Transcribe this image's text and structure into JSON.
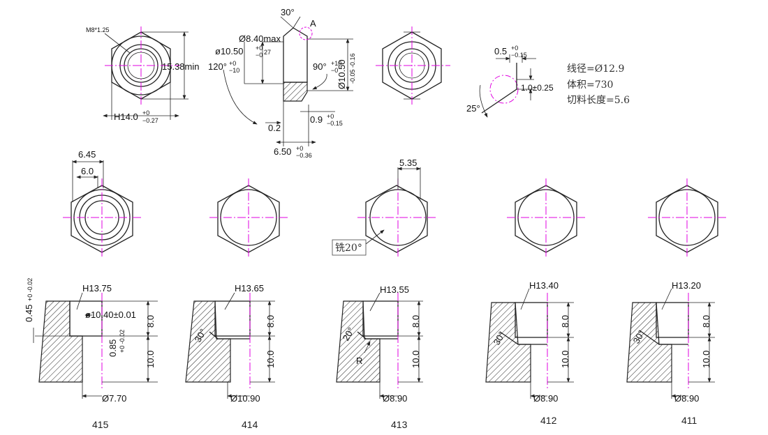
{
  "top": {
    "thread_label": "M8*1.25",
    "across_corners_label": "15.38min",
    "hex_width_label": "H14.0",
    "hex_width_tol_upper": "+0",
    "hex_width_tol_lower": "−0.27",
    "chamfer_angle_label": "30°",
    "detail_label": "A",
    "max_dia_label": "Ø8.40max",
    "dia_label": "ø10.50",
    "dia_tol_upper": "+0",
    "dia_tol_lower": "−0",
    "dia_tol_extra": "27",
    "angle_label": "120°",
    "angle_tol_upper": "+0",
    "angle_tol_lower": "−10",
    "angle90_label": "90°",
    "angle90_tol_upper": "+10",
    "angle90_tol_lower": "−0",
    "vert_dia_label": "Ø10.50",
    "vert_dia_tol": "-0.05 -0.16",
    "gap_label": "0.2",
    "step_label": "0.9",
    "step_tol_upper": "+0",
    "step_tol_lower": "−0.15",
    "length_label": "6.50",
    "length_tol_upper": "+0",
    "length_tol_lower": "−0.36"
  },
  "detail": {
    "width_label": "0.5",
    "width_tol_upper": "+0",
    "width_tol_lower": "−0.15",
    "height_label": "1.0±0.25",
    "angle_label": "25°"
  },
  "specs": {
    "line1": "线径=Ø12.9",
    "line2": "体积=730",
    "line3": "切料长度=5.6"
  },
  "middle": {
    "dim_a": "6.45",
    "dim_b": "6.0",
    "dim_c": "5.35",
    "mill_label": "铣20°"
  },
  "stages": [
    {
      "id": "415",
      "h_label": "H13.75",
      "dia_label": "Ø7.70",
      "upper": "8.0",
      "lower": "10.0",
      "side_label": "0.45",
      "side_tol": "+0 -0.02",
      "bore_label": "ø10.40±0.01",
      "step_label": "0.85",
      "step_tol": "+0 -0.02"
    },
    {
      "id": "414",
      "h_label": "H13.65",
      "dia_label": "Ø10.90",
      "upper": "8.0",
      "lower": "10.0",
      "angle_label": "30°"
    },
    {
      "id": "413",
      "h_label": "H13.55",
      "dia_label": "Ø8.90",
      "upper": "8.0",
      "lower": "10.0",
      "angle_label": "20°",
      "radius_label": "R"
    },
    {
      "id": "412",
      "h_label": "H13.40",
      "dia_label": "Ø8.90",
      "upper": "8.0",
      "lower": "10.0",
      "angle_label": "30°"
    },
    {
      "id": "411",
      "h_label": "H13.20",
      "dia_label": "Ø8.90",
      "upper": "8.0",
      "lower": "10.0",
      "angle_label": "30°"
    }
  ]
}
